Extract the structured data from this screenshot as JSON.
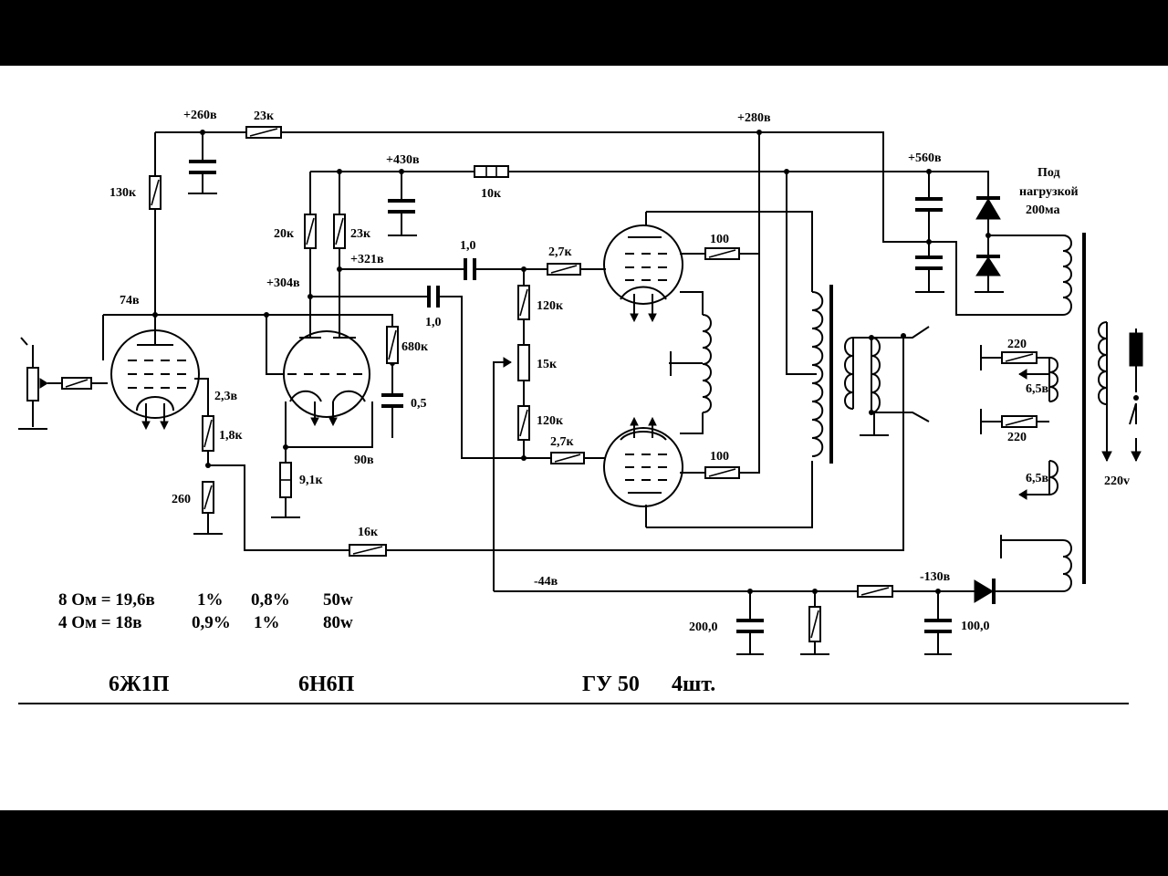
{
  "labels": {
    "v260": "+260в",
    "r23k_top": "23к",
    "v280": "+280в",
    "r130k": "130к",
    "v430": "+430в",
    "r10k": "10к",
    "v560": "+560в",
    "load_note_1": "Под",
    "load_note_2": "нагрузкой",
    "load_note_3": "200ма",
    "r20k": "20к",
    "r23k": "23к",
    "v321": "+321в",
    "v304": "+304в",
    "c1_0_top": "1,0",
    "r2_7k_top": "2,7к",
    "r100_top": "100",
    "r120k_top": "120к",
    "v74": "74в",
    "c1_0_mid": "1,0",
    "r680k": "680к",
    "r15k": "15к",
    "v2_3": "2,3в",
    "r1_8k": "1,8к",
    "c0_5": "0,5",
    "r120k_bot": "120к",
    "v90": "90в",
    "r2_7k_bot": "2,7к",
    "r100_bot": "100",
    "r9_1k": "9,1к",
    "r260": "260",
    "r16k": "16к",
    "r220_top": "220",
    "v6_5_a": "6,5в",
    "r220_bot": "220",
    "v6_5_b": "6,5в",
    "v220": "220v",
    "v_44": "-44в",
    "v_130": "-130в",
    "c200": "200,0",
    "c100": "100,0"
  },
  "specs": {
    "row1": [
      "8 Ом = 19,6в",
      "1%",
      "0,8%",
      "50w"
    ],
    "row2": [
      "4 Ом = 18в",
      "0,9%",
      "1%",
      "80w"
    ]
  },
  "tubes": {
    "t1": "6Ж1П",
    "t2": "6Н6П",
    "t3": "ГУ 50",
    "count": "4шт."
  }
}
